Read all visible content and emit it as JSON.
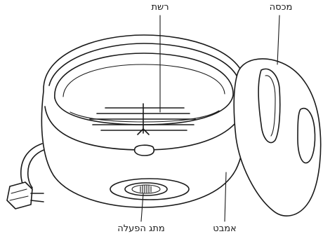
{
  "labels": {
    "lid": "מכסה",
    "rack": "רשת",
    "power_switch": "מתג הפעלה",
    "basin": "אמבט"
  }
}
